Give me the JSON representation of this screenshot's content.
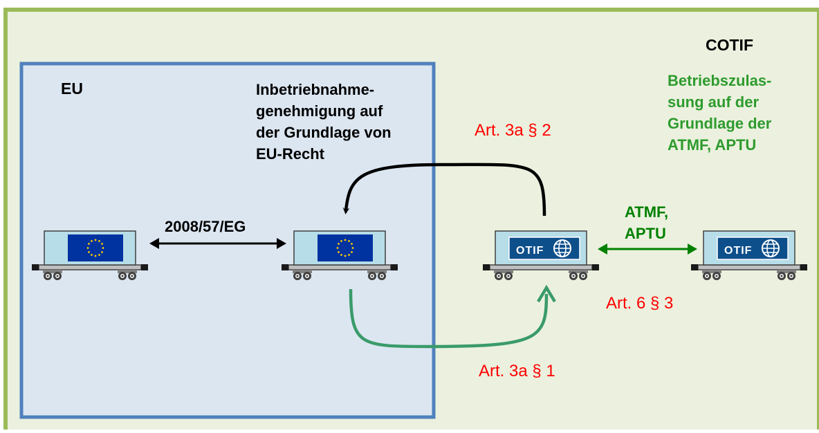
{
  "cotif": {
    "title": "COTIF"
  },
  "eu": {
    "title": "EU"
  },
  "eu_permit": {
    "lines": [
      "Inbetriebnahme-",
      "genehmigung auf",
      "der Grundlage von",
      "EU-Recht"
    ]
  },
  "cotif_permit": {
    "lines": [
      "Betriebszulas-",
      "sung auf der",
      "Grundlage der",
      "ATMF, APTU"
    ]
  },
  "directive": {
    "label": "2008/57/EG"
  },
  "atmf_aptu": {
    "lines": [
      "ATMF,",
      "APTU"
    ]
  },
  "articles": {
    "art_3a_2": "Art. 3a § 2",
    "art_3a_1": "Art. 3a § 1",
    "art_6_3": "Art. 6 § 3"
  },
  "wagon_labels": {
    "otif": "OTIF"
  },
  "colors": {
    "outer_border": "#9bbb59",
    "outer_fill": "#ebf1de",
    "eu_border": "#4f81bd",
    "eu_fill": "#dce6f1",
    "red_text": "#ff0000",
    "green_text": "#2e9b2e",
    "green_arrow": "#008000",
    "teal_arrow": "#3a9b6a",
    "wagon_body": "#b7dde8",
    "eu_flag": "#0033a0",
    "otif_panel": "#0d4f8b"
  },
  "icons": {
    "eu_stars": "eu-stars-icon",
    "otif_globe": "otif-globe-icon"
  }
}
